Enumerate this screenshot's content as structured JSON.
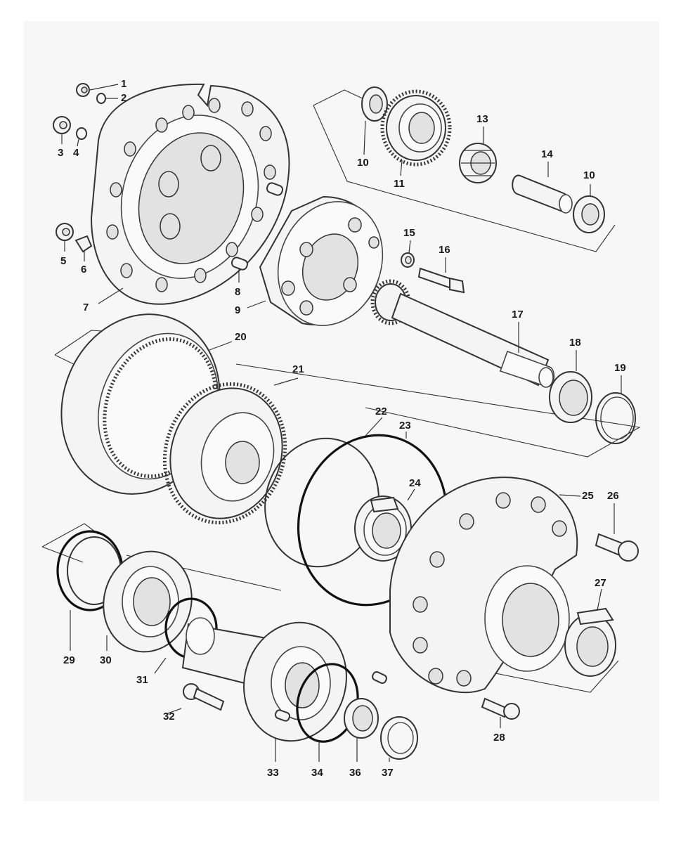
{
  "diagram": {
    "type": "exploded-parts-view",
    "callouts": [
      {
        "id": "1",
        "label": "1"
      },
      {
        "id": "2",
        "label": "2"
      },
      {
        "id": "3",
        "label": "3"
      },
      {
        "id": "4",
        "label": "4"
      },
      {
        "id": "5",
        "label": "5"
      },
      {
        "id": "6",
        "label": "6"
      },
      {
        "id": "7",
        "label": "7"
      },
      {
        "id": "8",
        "label": "8"
      },
      {
        "id": "9",
        "label": "9"
      },
      {
        "id": "10a",
        "label": "10"
      },
      {
        "id": "10b",
        "label": "10"
      },
      {
        "id": "11",
        "label": "11"
      },
      {
        "id": "13",
        "label": "13"
      },
      {
        "id": "14",
        "label": "14"
      },
      {
        "id": "15",
        "label": "15"
      },
      {
        "id": "16",
        "label": "16"
      },
      {
        "id": "17",
        "label": "17"
      },
      {
        "id": "18",
        "label": "18"
      },
      {
        "id": "19",
        "label": "19"
      },
      {
        "id": "20",
        "label": "20"
      },
      {
        "id": "21",
        "label": "21"
      },
      {
        "id": "22",
        "label": "22"
      },
      {
        "id": "23",
        "label": "23"
      },
      {
        "id": "24",
        "label": "24"
      },
      {
        "id": "25",
        "label": "25"
      },
      {
        "id": "26",
        "label": "26"
      },
      {
        "id": "27",
        "label": "27"
      },
      {
        "id": "28",
        "label": "28"
      },
      {
        "id": "29",
        "label": "29"
      },
      {
        "id": "30",
        "label": "30"
      },
      {
        "id": "31",
        "label": "31"
      },
      {
        "id": "32",
        "label": "32"
      },
      {
        "id": "33",
        "label": "33"
      },
      {
        "id": "34",
        "label": "34"
      },
      {
        "id": "36",
        "label": "36"
      },
      {
        "id": "37",
        "label": "37"
      }
    ]
  }
}
